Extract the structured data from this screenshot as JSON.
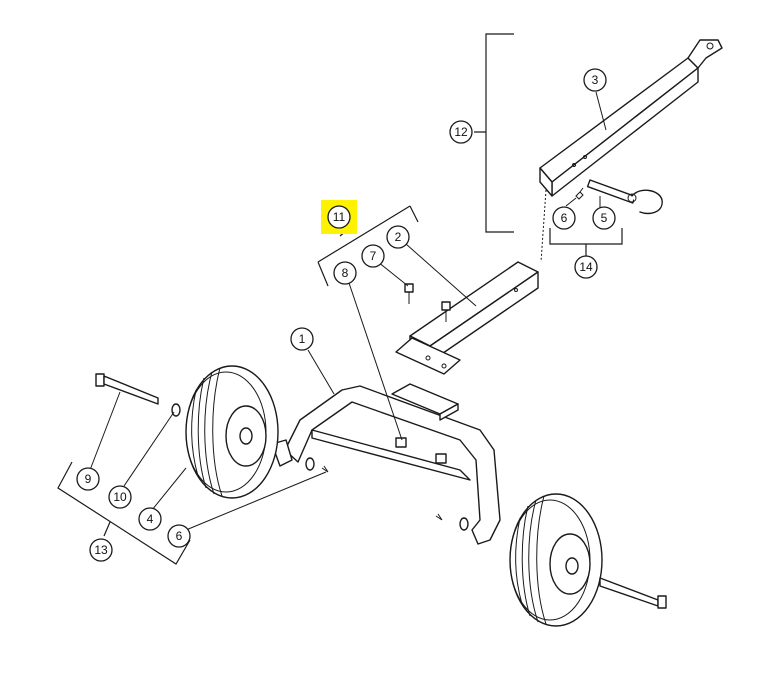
{
  "callouts": {
    "c1": "1",
    "c2": "2",
    "c3": "3",
    "c4": "4",
    "c5": "5",
    "c6a": "6",
    "c6b": "6",
    "c7": "7",
    "c8": "8",
    "c9": "9",
    "c10": "10",
    "c11": "11",
    "c12": "12",
    "c13": "13",
    "c14": "14"
  },
  "colors": {
    "highlight": "#fff200",
    "line": "#1a1a1a",
    "background": "#ffffff"
  }
}
